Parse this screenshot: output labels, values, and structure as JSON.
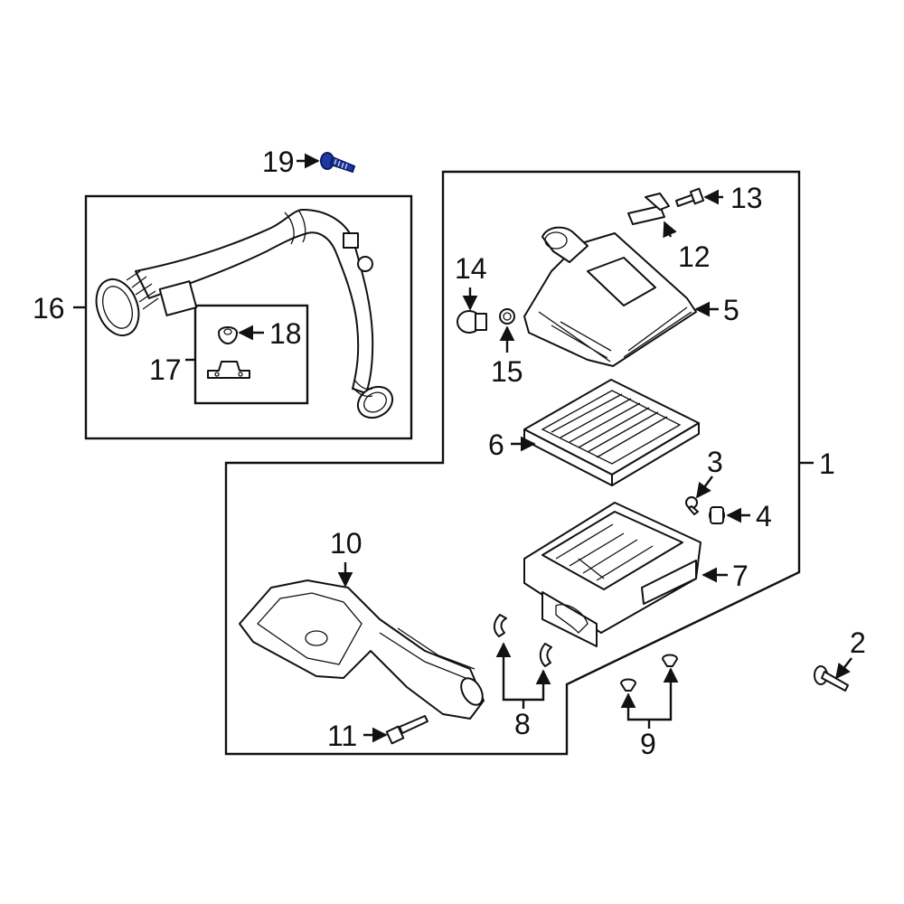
{
  "callouts": {
    "c1": "1",
    "c2": "2",
    "c3": "3",
    "c4": "4",
    "c5": "5",
    "c6": "6",
    "c7": "7",
    "c8": "8",
    "c9": "9",
    "c10": "10",
    "c11": "11",
    "c12": "12",
    "c13": "13",
    "c14": "14",
    "c15": "15",
    "c16": "16",
    "c17": "17",
    "c18": "18",
    "c19": "19"
  },
  "colors": {
    "ink": "#111111",
    "highlight": "#1f3a9e",
    "background": "#ffffff"
  }
}
